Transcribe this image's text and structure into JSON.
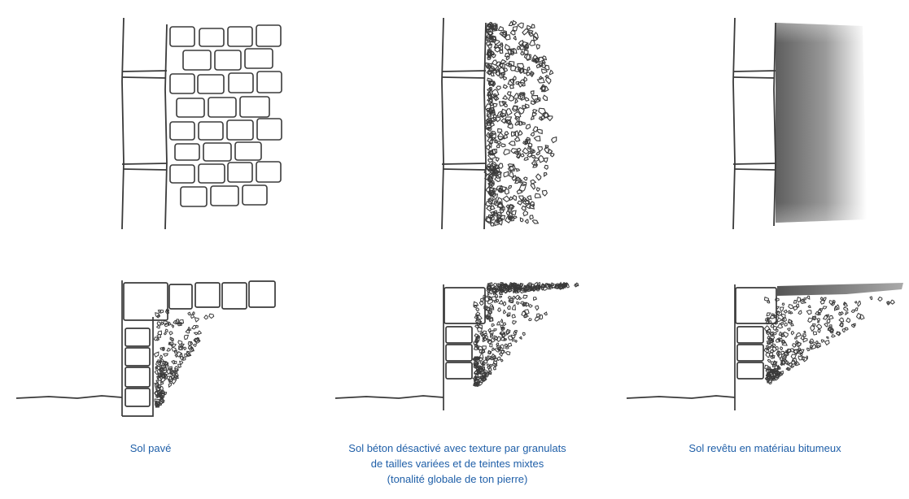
{
  "captions": {
    "paved": {
      "line1": "Sol pavé"
    },
    "concrete": {
      "line1": "Sol béton désactivé avec texture par granulats",
      "line2": "de tailles variées et de teintes mixtes",
      "line3": "(tonalité globale de ton pierre)"
    },
    "asphalt": {
      "line1": "Sol revêtu en matériau bitumeux"
    }
  },
  "colors": {
    "ink": "#3a3a3a",
    "caption": "#1f5fa8",
    "asphalt_dark": "#5c5c5c"
  }
}
